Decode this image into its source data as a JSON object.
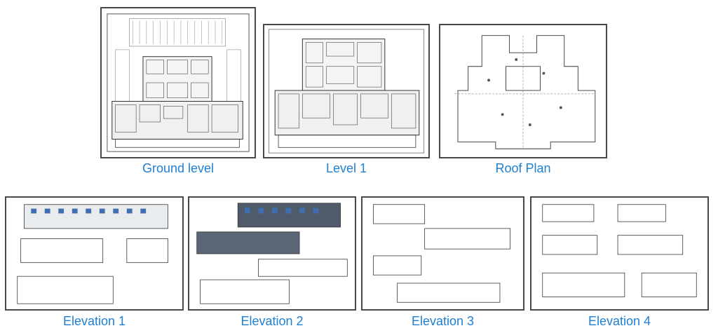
{
  "colors": {
    "caption": "#1f7fd1",
    "frame": "#4a4a4a",
    "linework": "#333333",
    "elevation_blue": "#3f6fb0"
  },
  "sheets": [
    {
      "caption": "Ground level",
      "kind": "floor-plan"
    },
    {
      "caption": "Level 1",
      "kind": "floor-plan"
    },
    {
      "caption": "Roof Plan",
      "kind": "roof-plan"
    },
    {
      "caption": "Elevation 1",
      "kind": "elevation"
    },
    {
      "caption": "Elevation 2",
      "kind": "elevation"
    },
    {
      "caption": "Elevation 3",
      "kind": "elevation"
    },
    {
      "caption": "Elevation 4",
      "kind": "elevation"
    }
  ]
}
